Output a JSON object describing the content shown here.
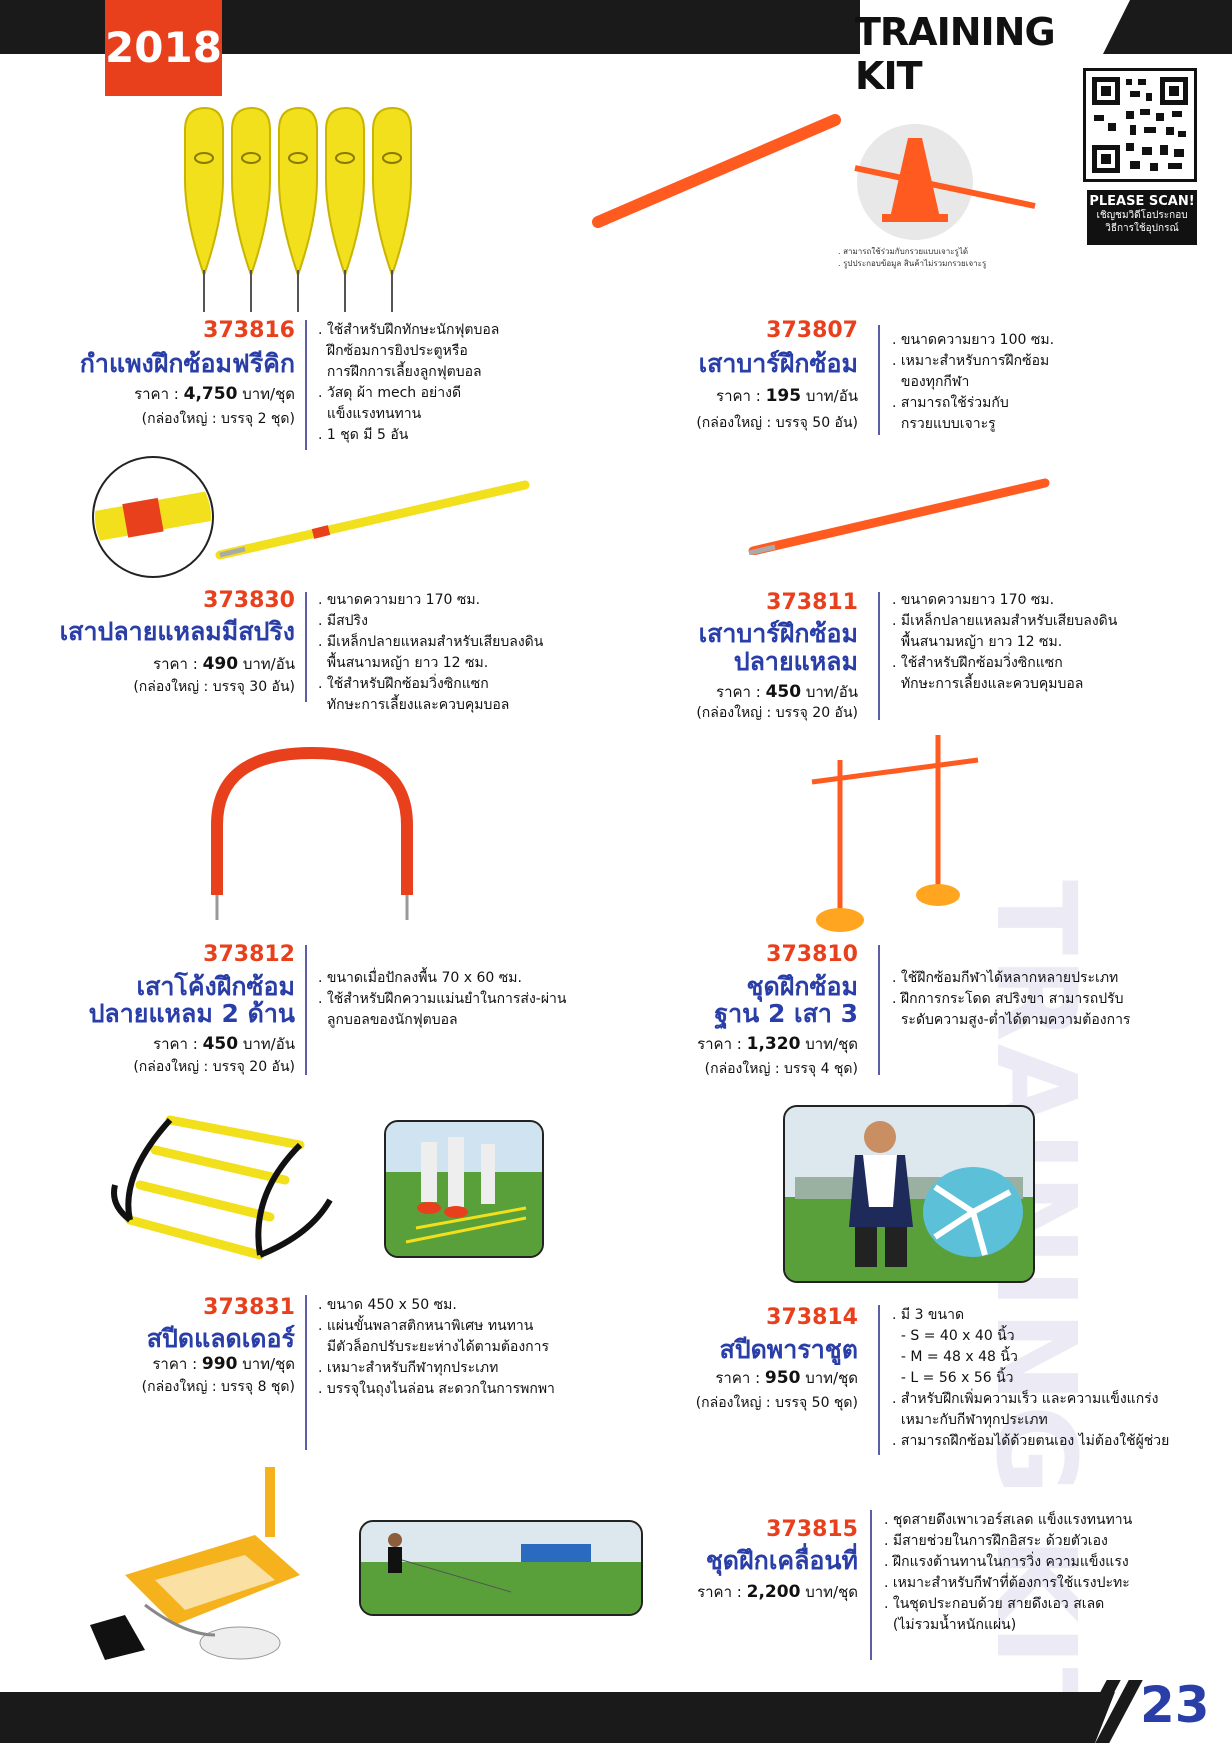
{
  "header": {
    "year": "2018",
    "title": "TRAINING KIT"
  },
  "qr": {
    "title": "PLEASE SCAN!",
    "line1": "เชิญชมวิดีโอประกอบ",
    "line2": "วิธีการใช้อุปกรณ์"
  },
  "watermark": "TRAINING KIT",
  "page_number": "23",
  "notes": {
    "line1": ". สามารถใช้ร่วมกับกรวยแบบเจาะรูได้",
    "line2": ". รูปประกอบข้อมูล สินค้าไม่รวมกรวยเจาะรู"
  },
  "products": [
    {
      "code": "373816",
      "name_lines": [
        "กำแพงฝึกซ้อมฟรีคิก"
      ],
      "price_label": "ราคา :",
      "price": "4,750",
      "unit": "บาท/ชุด",
      "box": "(กล่องใหญ่ : บรรจุ 2 ชุด)",
      "desc": [
        ". ใช้สำหรับฝึกทักษะนักฟุตบอล",
        "  ฝึกซ้อมการยิงประตูหรือ",
        "  การฝึกการเลี้ยงลูกฟุตบอล",
        ". วัสดุ ผ้า mech อย่างดี",
        "  แข็งแรงทนทาน",
        ". 1 ชุด มี 5 อัน"
      ]
    },
    {
      "code": "373807",
      "name_lines": [
        "เสาบาร์ฝึกซ้อม"
      ],
      "price_label": "ราคา :",
      "price": "195",
      "unit": "บาท/อัน",
      "box": "(กล่องใหญ่ : บรรจุ 50 อัน)",
      "desc": [
        ". ขนาดความยาว 100 ซม.",
        ". เหมาะสำหรับการฝึกซ้อม",
        "  ของทุกกีฬา",
        ". สามารถใช้ร่วมกับ",
        "  กรวยแบบเจาะรู"
      ]
    },
    {
      "code": "373830",
      "name_lines": [
        "เสาปลายแหลมมีสปริง"
      ],
      "price_label": "ราคา :",
      "price": "490",
      "unit": "บาท/อัน",
      "box": "(กล่องใหญ่ : บรรจุ 30 อัน)",
      "desc": [
        ". ขนาดความยาว 170 ซม.",
        ". มีสปริง",
        ". มีเหล็กปลายแหลมสำหรับเสียบลงดิน",
        "  พื้นสนามหญ้า ยาว 12 ซม.",
        ". ใช้สำหรับฝึกซ้อมวิ่งซิกแซก",
        "  ทักษะการเลี้ยงและควบคุมบอล"
      ]
    },
    {
      "code": "373811",
      "name_lines": [
        "เสาบาร์ฝึกซ้อม",
        "ปลายแหลม"
      ],
      "price_label": "ราคา :",
      "price": "450",
      "unit": "บาท/อัน",
      "box": "(กล่องใหญ่ : บรรจุ 20 อัน)",
      "desc": [
        ". ขนาดความยาว 170 ซม.",
        ". มีเหล็กปลายแหลมสำหรับเสียบลงดิน",
        "  พื้นสนามหญ้า ยาว 12 ซม.",
        ". ใช้สำหรับฝึกซ้อมวิ่งซิกแซก",
        "  ทักษะการเลี้ยงและควบคุมบอล"
      ]
    },
    {
      "code": "373812",
      "name_lines": [
        "เสาโค้งฝึกซ้อม",
        "ปลายแหลม 2 ด้าน"
      ],
      "price_label": "ราคา :",
      "price": "450",
      "unit": "บาท/อัน",
      "box": "(กล่องใหญ่ : บรรจุ 20 อัน)",
      "desc": [
        ". ขนาดเมื่อปักลงพื้น 70 x 60 ซม.",
        ". ใช้สำหรับฝึกความแม่นยำในการส่ง-ผ่าน",
        "  ลูกบอลของนักฟุตบอล"
      ]
    },
    {
      "code": "373810",
      "name_lines": [
        "ชุดฝึกซ้อม",
        "ฐาน 2 เสา 3"
      ],
      "price_label": "ราคา :",
      "price": "1,320",
      "unit": "บาท/ชุด",
      "box": "(กล่องใหญ่ : บรรจุ 4 ชุด)",
      "desc": [
        ". ใช้ฝึกซ้อมกีฬาได้หลากหลายประเภท",
        ". ฝึกการกระโดด สปริงขา สามารถปรับ",
        "  ระดับความสูง-ต่ำได้ตามความต้องการ"
      ]
    },
    {
      "code": "373831",
      "name_lines": [
        "สปีดแลดเดอร์"
      ],
      "price_label": "ราคา :",
      "price": "990",
      "unit": "บาท/ชุด",
      "box": "(กล่องใหญ่ : บรรจุ 8 ชุด)",
      "desc": [
        ". ขนาด 450 x 50 ซม.",
        ". แผ่นขั้นพลาสติกหนาพิเศษ ทนทาน",
        "  มีตัวล็อกปรับระยะห่างได้ตามต้องการ",
        ". เหมาะสำหรับกีฬาทุกประเภท",
        ". บรรจุในถุงไนล่อน สะดวกในการพกพา"
      ]
    },
    {
      "code": "373814",
      "name_lines": [
        "สปีดพาราชูต"
      ],
      "price_label": "ราคา :",
      "price": "950",
      "unit": "บาท/ชุด",
      "box": "(กล่องใหญ่ : บรรจุ 50 ชุด)",
      "desc": [
        ". มี 3 ขนาด",
        "  - S = 40 x 40 นิ้ว",
        "  - M = 48 x 48 นิ้ว",
        "  - L = 56 x 56 นิ้ว",
        ". สำหรับฝึกเพิ่มความเร็ว และความแข็งแกร่ง",
        "  เหมาะกับกีฬาทุกประเภท",
        ". สามารถฝึกซ้อมได้ด้วยตนเอง ไม่ต้องใช้ผู้ช่วย"
      ]
    },
    {
      "code": "373815",
      "name_lines": [
        "ชุดฝึกเคลื่อนที่"
      ],
      "price_label": "ราคา :",
      "price": "2,200",
      "unit": "บาท/ชุด",
      "box": "",
      "desc": [
        ". ชุดสายดึงเพาเวอร์สเลด แข็งแรงทนทาน",
        ". มีสายช่วยในการฝึกอิสระ ด้วยตัวเอง",
        ". ฝึกแรงต้านทานในการวิ่ง ความแข็งแรง",
        ". เหมาะสำหรับกีฬาที่ต้องการใช้แรงปะทะ",
        ". ในชุดประกอบด้วย สายดึงเอว สเลด",
        "  (ไม่รวมน้ำหนักแผ่น)"
      ]
    }
  ],
  "colors": {
    "accent": "#e8401c",
    "brand_blue": "#2a3ea8",
    "dark": "#1a1a1a",
    "yellow": "#f2e01c",
    "orange": "#ff5a1f"
  }
}
